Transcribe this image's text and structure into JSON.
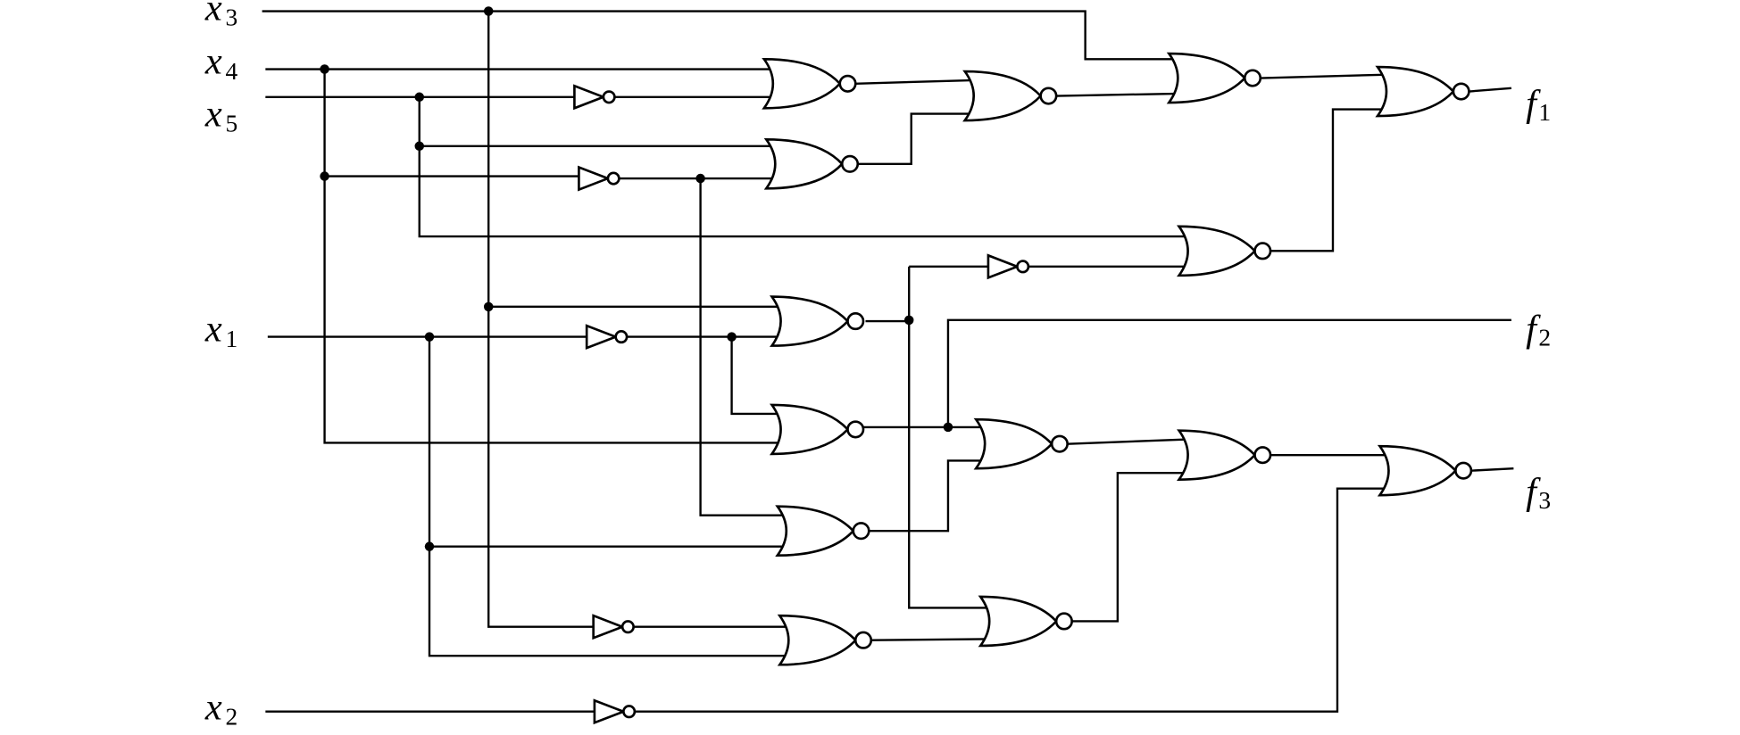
{
  "diagram": {
    "title": "Multi-output NOR gate logic circuit",
    "colors": {
      "ink": "#000000",
      "background": "#ffffff"
    },
    "inputs": [
      {
        "id": "x3",
        "label": "x",
        "sub": "3"
      },
      {
        "id": "x4",
        "label": "x",
        "sub": "4"
      },
      {
        "id": "x5",
        "label": "x",
        "sub": "5"
      },
      {
        "id": "x1",
        "label": "x",
        "sub": "1"
      },
      {
        "id": "x2",
        "label": "x",
        "sub": "2"
      }
    ],
    "outputs": [
      {
        "id": "f1",
        "label": "f",
        "sub": "1"
      },
      {
        "id": "f2",
        "label": "f",
        "sub": "2"
      },
      {
        "id": "f3",
        "label": "f",
        "sub": "3"
      }
    ],
    "gate_counts": {
      "NOR2": 14,
      "NOT": 6
    },
    "inverters": [
      {
        "id": "N1",
        "in": "x5"
      },
      {
        "id": "N2",
        "in": "x4"
      },
      {
        "id": "N3",
        "in": "G7"
      },
      {
        "id": "N4",
        "in": "x1"
      },
      {
        "id": "N5",
        "in": "x3"
      },
      {
        "id": "N6",
        "in": "x2"
      }
    ],
    "nor_gates": [
      {
        "id": "G1",
        "in": [
          "x4",
          "N1"
        ]
      },
      {
        "id": "G2",
        "in": [
          "x5",
          "N2"
        ]
      },
      {
        "id": "G3",
        "in": [
          "G1",
          "G2"
        ]
      },
      {
        "id": "G4",
        "in": [
          "x3",
          "G3"
        ]
      },
      {
        "id": "G5",
        "in": [
          "G4",
          "G6"
        ],
        "out": "f1"
      },
      {
        "id": "G6",
        "in": [
          "x5",
          "N3"
        ]
      },
      {
        "id": "G7",
        "in": [
          "x3",
          "N4"
        ]
      },
      {
        "id": "G8",
        "in": [
          "N4",
          "x4"
        ]
      },
      {
        "id": "G9",
        "in": [
          "G8",
          "G12"
        ]
      },
      {
        "id": "G10",
        "in": [
          "G9",
          "G13"
        ]
      },
      {
        "id": "G11",
        "in": [
          "G10",
          "N6"
        ],
        "out": "f3"
      },
      {
        "id": "G12",
        "in": [
          "N2",
          "x1"
        ]
      },
      {
        "id": "G13",
        "in": [
          "G7",
          "G14"
        ]
      },
      {
        "id": "G14",
        "in": [
          "N5",
          "x1"
        ]
      }
    ],
    "direct_outputs": [
      {
        "from": "G8",
        "out": "f2"
      }
    ]
  }
}
